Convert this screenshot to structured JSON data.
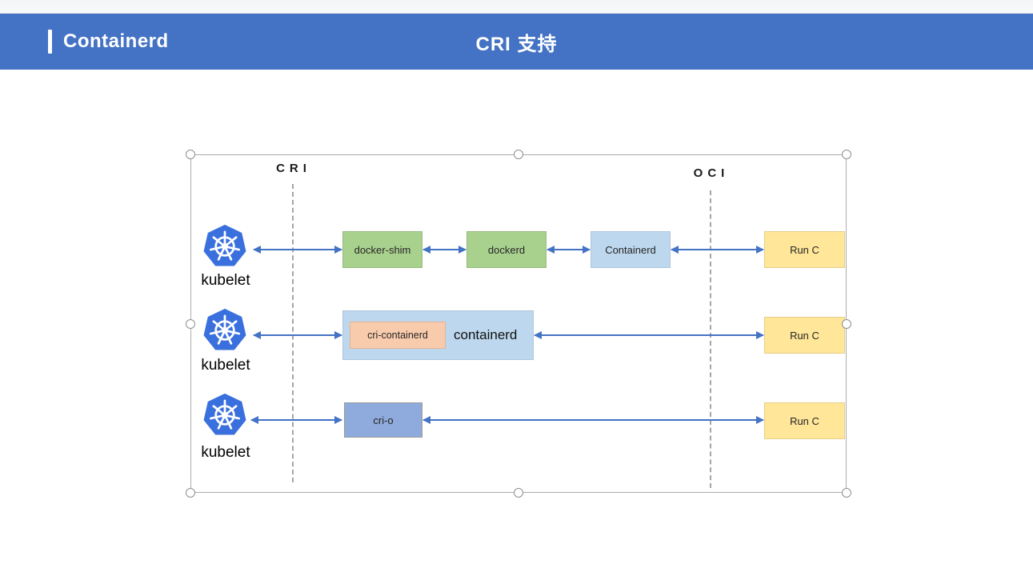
{
  "header": {
    "title": "Containerd",
    "subtitle": "CRI 支持"
  },
  "diagram": {
    "guides": {
      "cri": "CRI",
      "oci": "OCI"
    },
    "row1": {
      "kubelet": "kubelet",
      "docker_shim": "docker-shim",
      "dockerd": "dockerd",
      "containerd": "Containerd",
      "runc": "Run C"
    },
    "row2": {
      "kubelet": "kubelet",
      "cri_containerd": "cri-containerd",
      "containerd": "containerd",
      "runc": "Run C"
    },
    "row3": {
      "kubelet": "kubelet",
      "cri_o": "cri-o",
      "runc": "Run C"
    }
  },
  "colors": {
    "header_blue": "#4472c4",
    "arrow_blue": "#4472c4",
    "dash_gray": "#a6a6a6",
    "green": "#a9d18e",
    "light_blue": "#bdd7ee",
    "peach": "#f8cbad",
    "yellow": "#ffe699",
    "mid_blue": "#8faadc",
    "k8s_blue": "#3a70dd"
  }
}
